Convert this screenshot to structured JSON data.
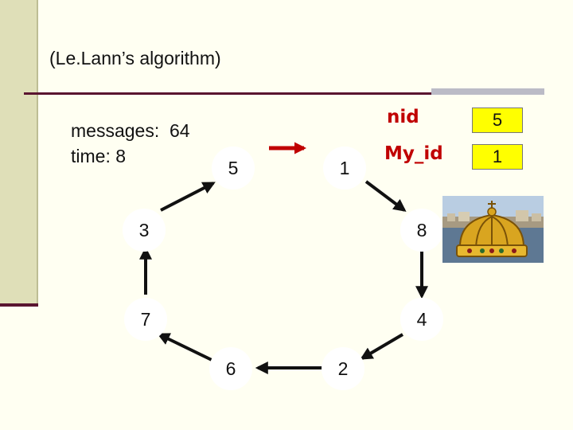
{
  "title": "(Le.Lann’s algorithm)",
  "stats": {
    "messages_label": "messages:",
    "messages_value": "64",
    "time_label": "time:",
    "time_value": "8"
  },
  "ring_nodes": [
    "5",
    "1",
    "8",
    "4",
    "2",
    "6",
    "7",
    "3"
  ],
  "variables": [
    {
      "name": "nid",
      "value": "5"
    },
    {
      "name": "My_id",
      "value": "1"
    }
  ],
  "colors": {
    "accent": "#c00000",
    "value_box": "#ffff00",
    "edge": "#111111",
    "side_strip": "#dfdfb8",
    "rule": "#5a1530"
  },
  "image": "crown-photo"
}
